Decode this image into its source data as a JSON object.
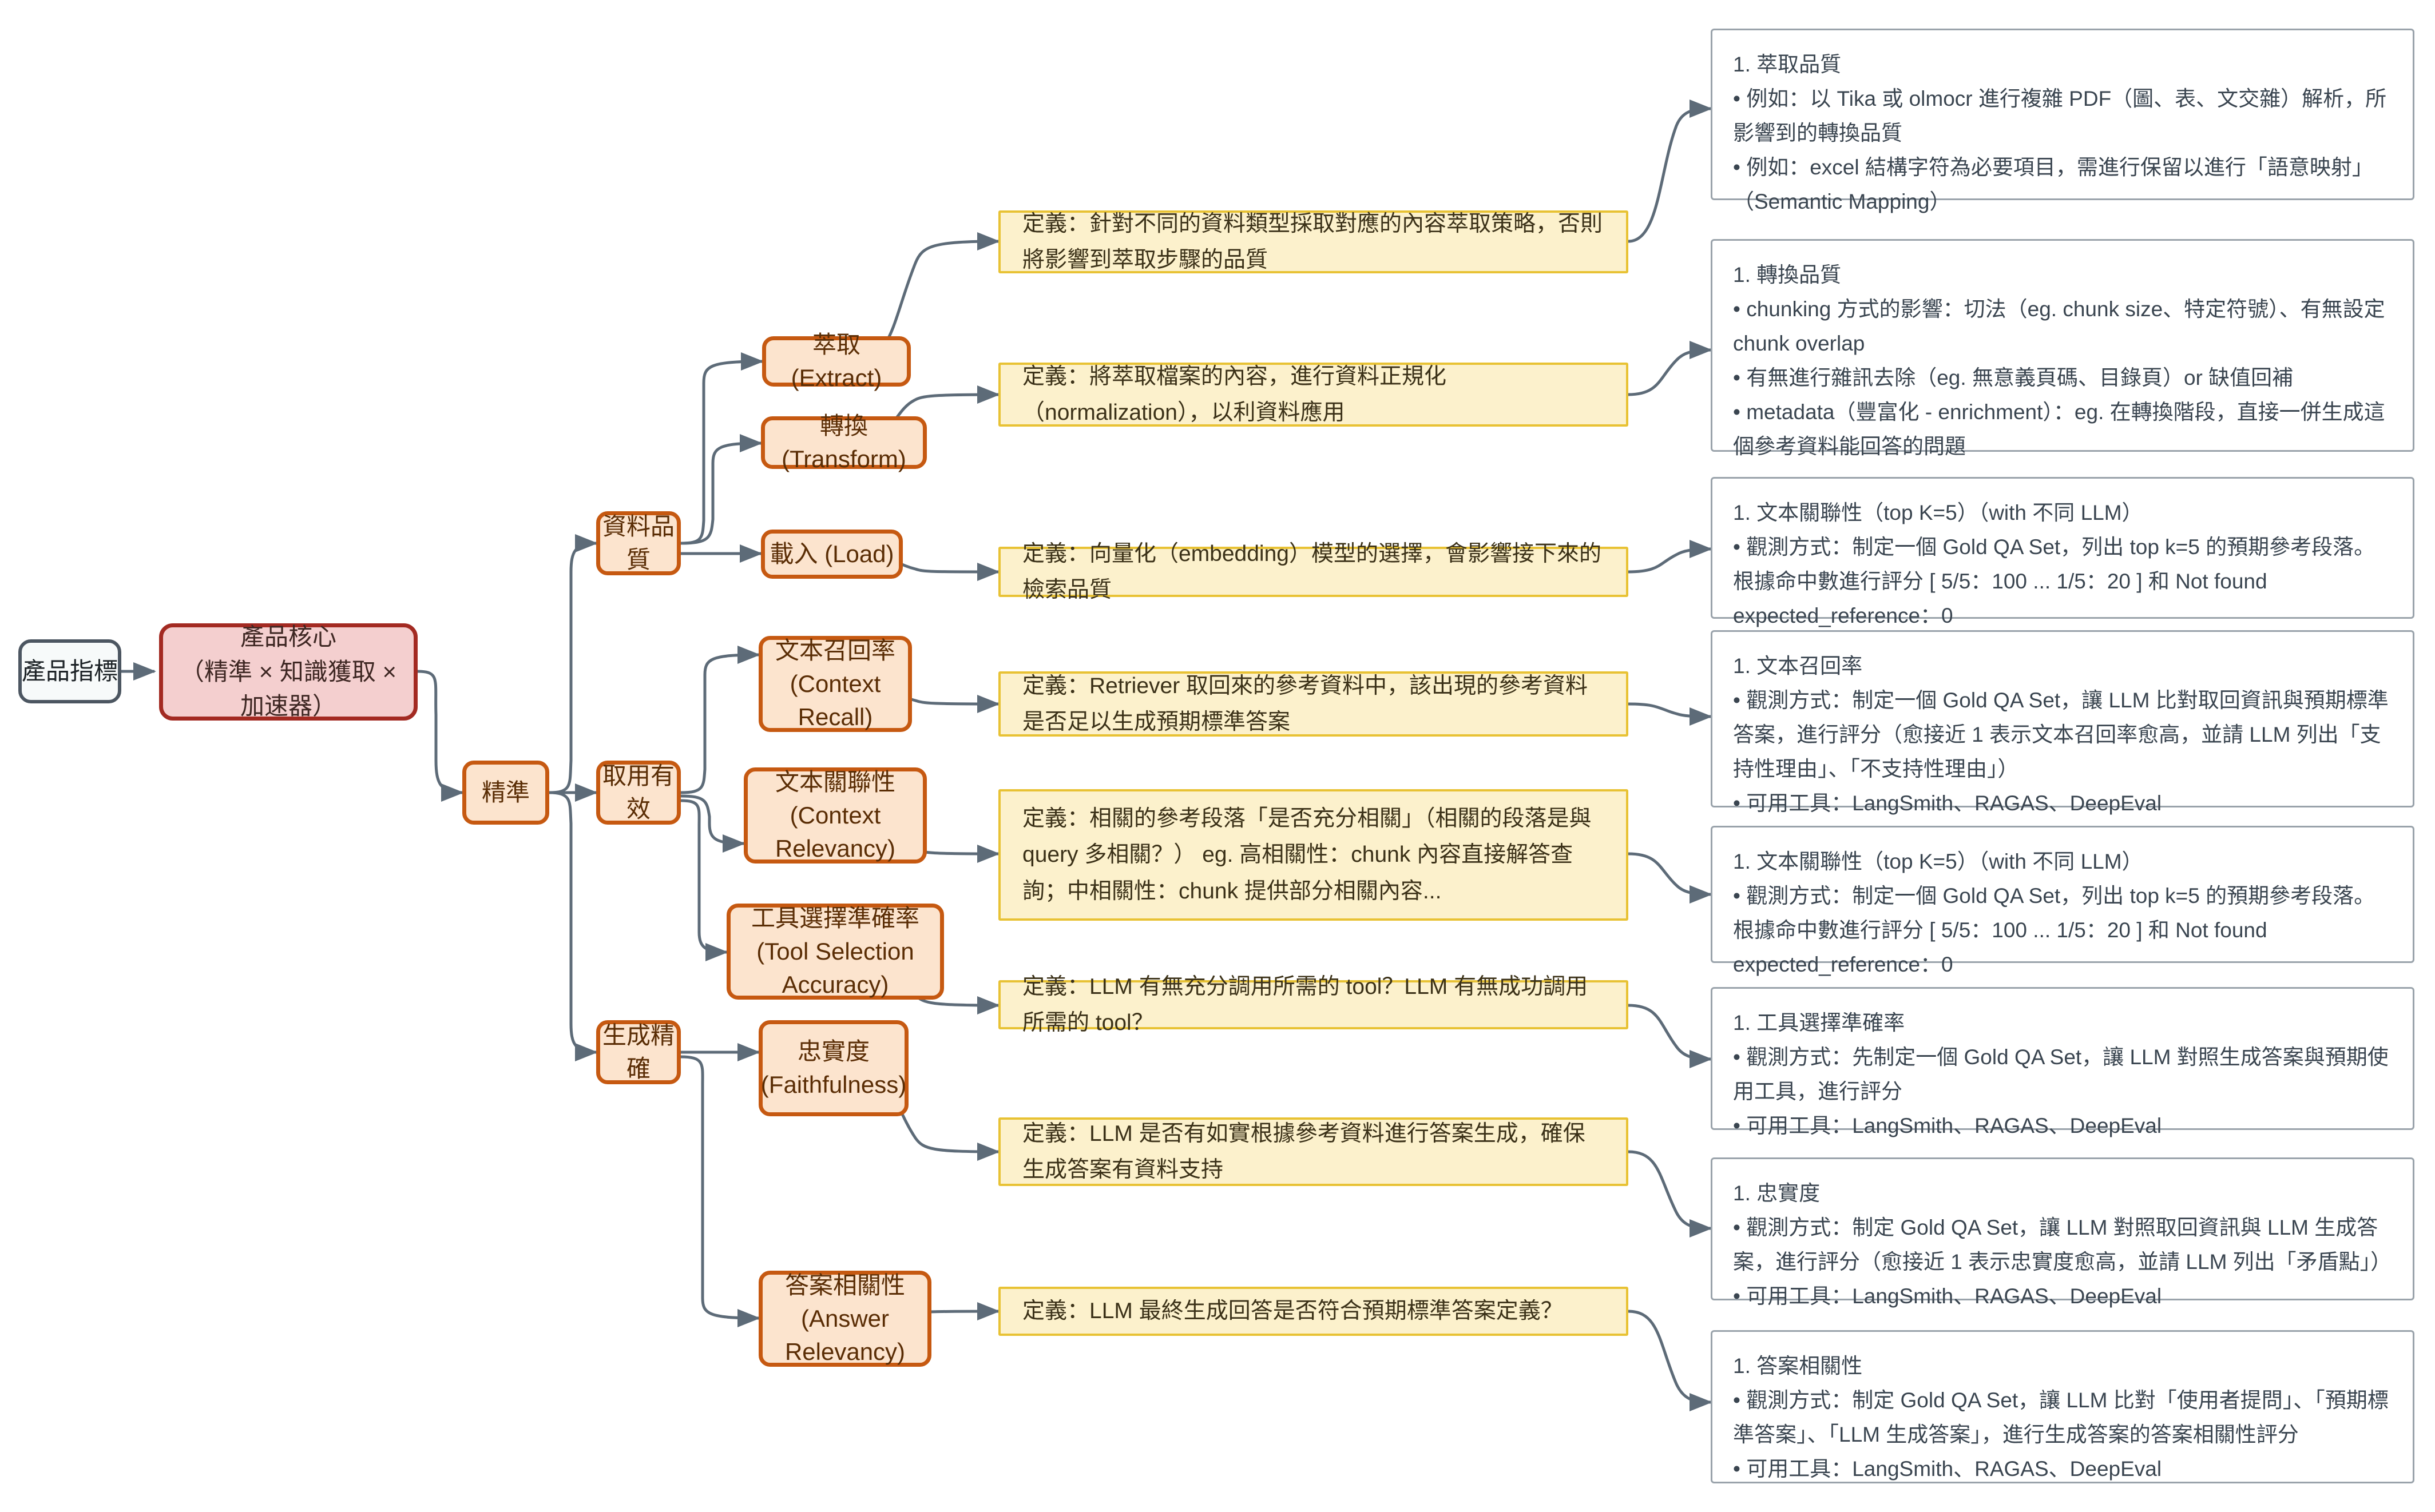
{
  "diagram": {
    "type": "mindmap-flowchart",
    "title_node": "產品指標",
    "colors": {
      "start_fill": "#f7fafa",
      "start_border": "#4c5661",
      "core_fill": "#f4cfcf",
      "core_border": "#a32a22",
      "branch_fill": "#fce4ce",
      "branch_border": "#c65911",
      "definition_fill": "#fcf1cc",
      "definition_border": "#e8c234",
      "detail_fill": "#ffffff",
      "detail_border": "#9aa3ab",
      "connector": "#5d6b78"
    }
  },
  "nodes": {
    "start": "產品指標",
    "core": "產品核心\n（精準 × 知識獲取 × 加速器）",
    "branch_precision": "精準",
    "pillars": {
      "data_quality": "資料品質",
      "retrieval_effective": "取用有效",
      "generation_accurate": "生成精確"
    },
    "leaves": {
      "extract": "萃取 (Extract)",
      "transform": "轉換 (Transform)",
      "load": "載入 (Load)",
      "context_recall": "文本召回率\n(Context Recall)",
      "context_relevancy": "文本關聯性\n(Context Relevancy)",
      "tool_selection_accuracy": "工具選擇準確率\n(Tool Selection Accuracy)",
      "faithfulness": "忠實度\n(Faithfulness)",
      "answer_relevancy": "答案相關性\n(Answer Relevancy)"
    }
  },
  "definitions": {
    "extract": "定義：針對不同的資料類型採取對應的內容萃取策略，否則將影響到萃取步驟的品質",
    "transform": "定義：將萃取檔案的內容，進行資料正規化（normalization），以利資料應用",
    "load": "定義：向量化（embedding）模型的選擇，會影響接下來的檢索品質",
    "context_recall": "定義：Retriever 取回來的參考資料中，該出現的參考資料是否足以生成預期標準答案",
    "context_relevancy": "定義：相關的參考段落「是否充分相關」（相關的段落是與 query 多相關？） eg. 高相關性：chunk 內容直接解答查詢；中相關性：chunk 提供部分相關內容...",
    "tool_selection_accuracy": "定義：LLM 有無充分調用所需的 tool？LLM 有無成功調用所需的 tool？",
    "faithfulness": "定義：LLM 是否有如實根據參考資料進行答案生成，確保生成答案有資料支持",
    "answer_relevancy": "定義：LLM 最終生成回答是否符合預期標準答案定義？"
  },
  "details": {
    "extract_quality": "1. 萃取品質\n• 例如：以 Tika 或 olmocr 進行複雜 PDF（圖、表、文交雜）解析，所影響到的轉換品質\n• 例如：excel 結構字符為必要項目，需進行保留以進行「語意映射」（Semantic Mapping）",
    "transform_quality": "1. 轉換品質\n• chunking 方式的影響：切法（eg. chunk size、特定符號）、有無設定 chunk overlap\n• 有無進行雜訊去除（eg. 無意義頁碼、目錄頁）or 缺值回補\n• metadata（豐富化 - enrichment）：eg. 在轉換階段，直接一併生成這個參考資料能回答的問題",
    "load_relevancy": "1. 文本關聯性（top K=5）（with 不同 LLM）\n• 觀測方式：制定一個 Gold QA Set，列出 top k=5 的預期參考段落。根據命中數進行評分 [ 5/5：100 ... 1/5：20 ] 和 Not found expected_reference：0",
    "context_recall": "1. 文本召回率\n• 觀測方式：制定一個 Gold QA Set，讓 LLM 比對取回資訊與預期標準答案，進行評分（愈接近 1 表示文本召回率愈高，並請 LLM 列出「支持性理由」、「不支持性理由」）\n• 可用工具：LangSmith、RAGAS、DeepEval",
    "context_relevancy": "1. 文本關聯性（top K=5）（with 不同 LLM）\n• 觀測方式：制定一個 Gold QA Set，列出 top k=5 的預期參考段落。根據命中數進行評分 [ 5/5：100 ... 1/5：20 ] 和 Not found expected_reference：0",
    "tool_selection_accuracy": "1. 工具選擇準確率\n• 觀測方式：先制定一個 Gold QA Set，讓 LLM 對照生成答案與預期使用工具，進行評分\n• 可用工具：LangSmith、RAGAS、DeepEval",
    "faithfulness": "1. 忠實度\n• 觀測方式：制定 Gold QA Set，讓 LLM 對照取回資訊與 LLM 生成答案，進行評分（愈接近 1 表示忠實度愈高，並請 LLM 列出「矛盾點」）\n• 可用工具：LangSmith、RAGAS、DeepEval",
    "answer_relevancy": "1. 答案相關性\n• 觀測方式：制定 Gold QA Set，讓 LLM 比對「使用者提問」、「預期標準答案」、「LLM 生成答案」，進行生成答案的答案相關性評分\n• 可用工具：LangSmith、RAGAS、DeepEval"
  }
}
